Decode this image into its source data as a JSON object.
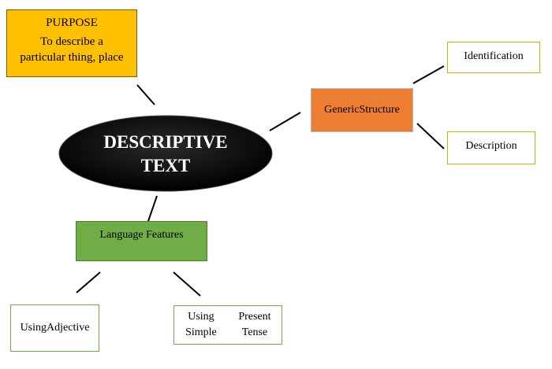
{
  "center": {
    "line1": "DESCRIPTIVE",
    "line2": "TEXT",
    "fill": "#000000"
  },
  "purpose": {
    "title": "PURPOSE",
    "line1": "To describe a",
    "line2": "particular thing, place",
    "color": "#ffc000"
  },
  "generic_structure": {
    "line1": "Generic",
    "line2": "Structure",
    "color": "#ed7d31"
  },
  "identification": {
    "label": "Identification"
  },
  "description": {
    "label": "Description"
  },
  "language_features": {
    "label": "Language Features",
    "color": "#70ad47"
  },
  "using_adjective": {
    "line1": "Using",
    "line2": "Adjective"
  },
  "using_simple_present": {
    "line1": "Using Simple",
    "line2": "Present Tense"
  }
}
